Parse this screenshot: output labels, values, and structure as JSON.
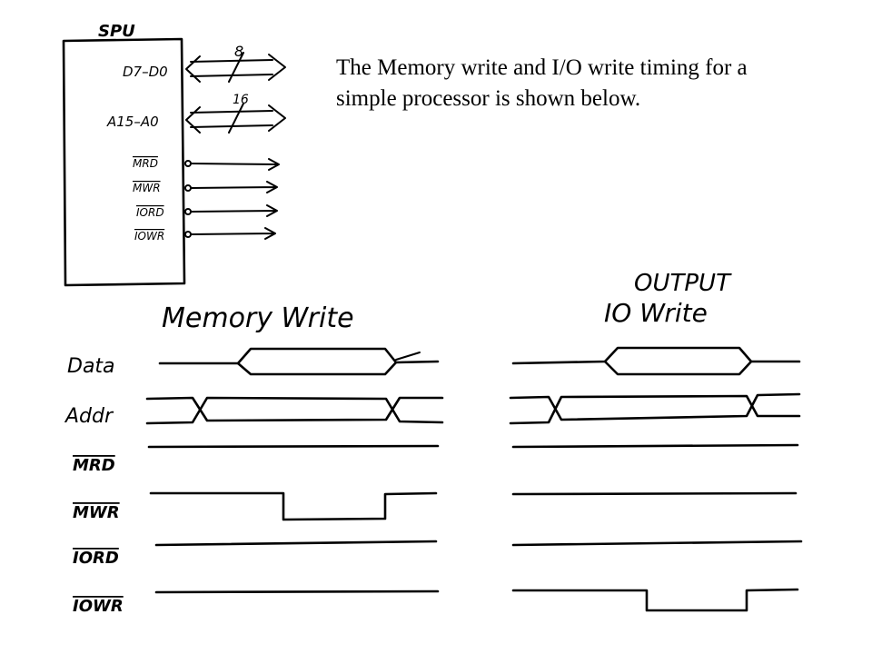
{
  "description": "The Memory write and I/O write timing for a simple processor is shown below.",
  "cpu": {
    "title": "SPU",
    "pins": [
      {
        "label": "D7–D0",
        "bus": true,
        "width": "8"
      },
      {
        "label": "A15–A0",
        "bus": true,
        "width": "16"
      },
      {
        "label": "MRD",
        "bus": false
      },
      {
        "label": "MWR",
        "bus": false
      },
      {
        "label": "IORD",
        "bus": false
      },
      {
        "label": "IOWR",
        "bus": false
      }
    ]
  },
  "memory_write": {
    "title": "Memory Write",
    "signals": [
      "Data",
      "Addr",
      "MRD",
      "MWR",
      "IORD",
      "IOWR"
    ]
  },
  "io_write": {
    "title_line1": "OUTPUT",
    "title_line2": "IO Write"
  },
  "colors": {
    "ink": "#000000",
    "background": "#ffffff"
  }
}
